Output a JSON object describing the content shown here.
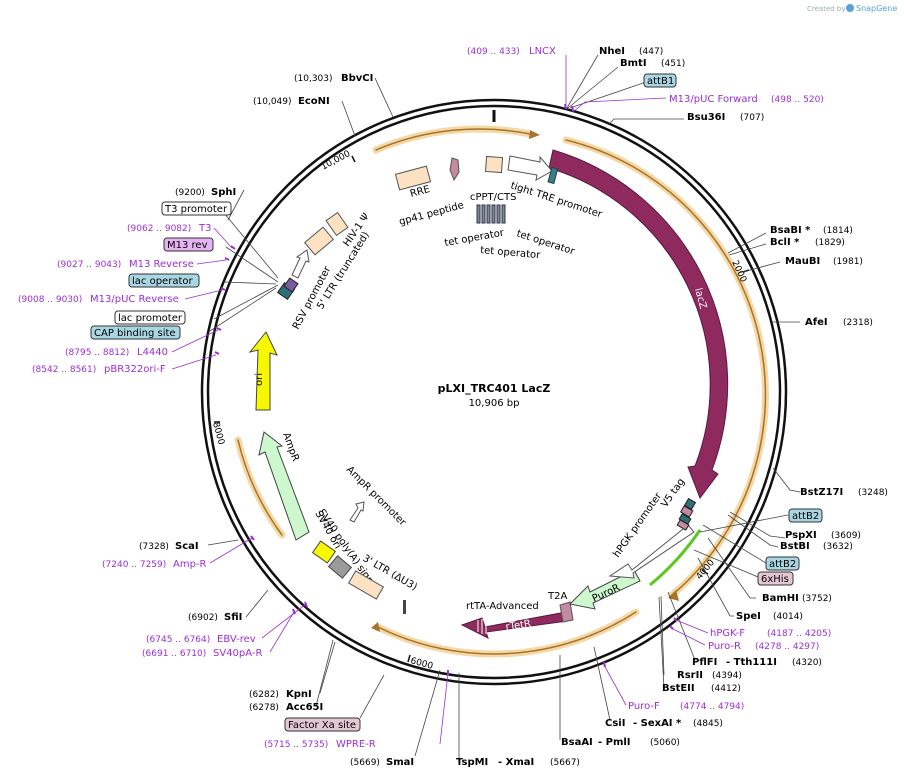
{
  "header": {
    "created_by": "Created by",
    "brand": "SnapGene"
  },
  "plasmid": {
    "name": "pLXI_TRC401 LacZ",
    "length": "10,906 bp"
  },
  "ticks": [
    "2000",
    "4000",
    "6000",
    "8000",
    "10,000"
  ],
  "features": {
    "lacZ": "lacZ",
    "tight_tre": "tight TRE promoter",
    "tet_op_1": "tet operator",
    "tet_op_2": "tet operator",
    "tet_op_3": "tet operator",
    "cppt": "cPPT/CTS",
    "rre": "RRE",
    "gp41": "gp41 peptide",
    "hiv_psi": "HIV-1 Ψ",
    "ltr5": "5' LTR (truncated)",
    "rsv": "RSV promoter",
    "ori": "ori",
    "ampr": "AmpR",
    "ampr_prom": "AmpR promoter",
    "sv40_polya": "SV40 poly(A) signal",
    "sv40_ori": "SV40 ori",
    "ltr3": "3' LTR (ΔU3)",
    "rtta_adv": "rtTA-Advanced",
    "rtetr": "rTetR",
    "t2a": "T2A",
    "puror": "PuroR",
    "hpgk": "hPGK promoter",
    "v5": "V5 tag"
  },
  "enzymes": [
    {
      "name": "NheI",
      "pos": "(447)"
    },
    {
      "name": "BmtI",
      "pos": "(451)"
    },
    {
      "name": "Bsu36I",
      "pos": "(707)"
    },
    {
      "name": "BsaBI *",
      "pos": "(1814)"
    },
    {
      "name": "BclI *",
      "pos": "(1829)"
    },
    {
      "name": "MauBI",
      "pos": "(1981)"
    },
    {
      "name": "AfeI",
      "pos": "(2318)"
    },
    {
      "name": "BstZ17I",
      "pos": "(3248)"
    },
    {
      "name": "PspXI",
      "pos": "(3609)"
    },
    {
      "name": "BstBI",
      "pos": "(3632)"
    },
    {
      "name": "BamHI",
      "pos": "(3752)"
    },
    {
      "name": "SpeI",
      "pos": "(4014)"
    },
    {
      "name": "PflFI",
      "pos": ""
    },
    {
      "name": "- Tth111I",
      "pos": "(4320)"
    },
    {
      "name": "RsrII",
      "pos": "(4394)"
    },
    {
      "name": "BstEII",
      "pos": "(4412)"
    },
    {
      "name": "CsiI",
      "pos": ""
    },
    {
      "name": "- SexAI *",
      "pos": "(4845)"
    },
    {
      "name": "BsaAI",
      "pos": ""
    },
    {
      "name": "- PmlI",
      "pos": "(5060)"
    },
    {
      "name": "TspMI",
      "pos": ""
    },
    {
      "name": "- XmaI",
      "pos": "(5667)"
    },
    {
      "name": "SmaI",
      "pos": "(5669)"
    },
    {
      "name": "KpnI",
      "pos": "(6282)"
    },
    {
      "name": "Acc65I",
      "pos": "(6278)"
    },
    {
      "name": "SfiI",
      "pos": "(6902)"
    },
    {
      "name": "ScaI",
      "pos": "(7328)"
    },
    {
      "name": "SphI",
      "pos": "(9200)"
    },
    {
      "name": "EcoNI",
      "pos": "(10,049)"
    },
    {
      "name": "BbvCI",
      "pos": "(10,303)"
    }
  ],
  "primers": [
    {
      "name": "LNCX",
      "pos": "(409 .. 433)"
    },
    {
      "name": "M13/pUC Forward",
      "pos": "(498 .. 520)"
    },
    {
      "name": "hPGK-F",
      "pos": "(4187 .. 4205)"
    },
    {
      "name": "Puro-R",
      "pos": "(4278 .. 4297)"
    },
    {
      "name": "Puro-F",
      "pos": "(4774 .. 4794)"
    },
    {
      "name": "WPRE-R",
      "pos": "(5715 .. 5735)"
    },
    {
      "name": "SV40pA-R",
      "pos": "(6691 .. 6710)"
    },
    {
      "name": "EBV-rev",
      "pos": "(6745 .. 6764)"
    },
    {
      "name": "Amp-R",
      "pos": "(7240 .. 7259)"
    },
    {
      "name": "pBR322ori-F",
      "pos": "(8542 .. 8561)"
    },
    {
      "name": "L4440",
      "pos": "(8795 .. 8812)"
    },
    {
      "name": "M13/pUC Reverse",
      "pos": "(9008 .. 9030)"
    },
    {
      "name": "M13 Reverse",
      "pos": "(9027 .. 9043)"
    },
    {
      "name": "T3",
      "pos": "(9062 .. 9082)"
    }
  ],
  "site_boxes": {
    "attb1": "attB1",
    "attb2a": "attB2",
    "attb2b": "attB2",
    "his": "6xHis",
    "factor_xa": "Factor Xa site",
    "t3_promoter": "T3 promoter",
    "m13_rev": "M13 rev",
    "lac_operator": "lac operator",
    "lac_promoter": "lac promoter",
    "cap_site": "CAP binding site"
  }
}
